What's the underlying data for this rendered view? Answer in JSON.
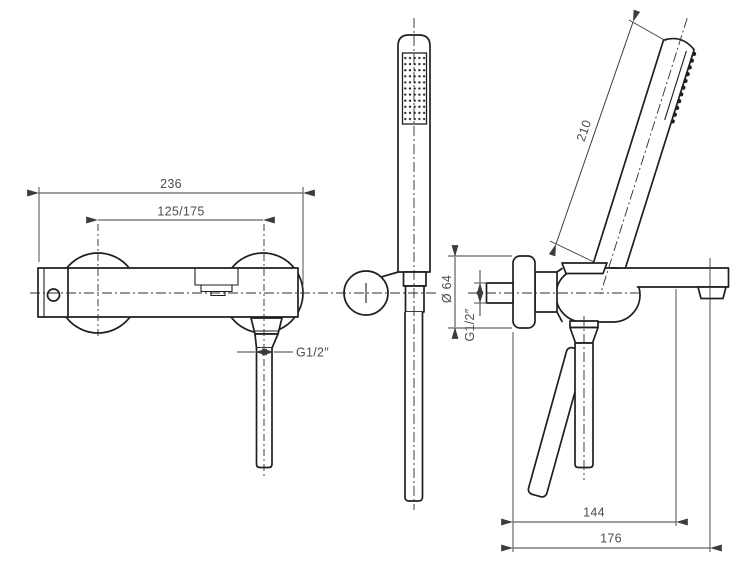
{
  "drawing": {
    "title": "wall-mounted-shower-mixer-technical-drawing",
    "views": {
      "front_view": "mixer front elevation",
      "handshower_view": "hand shower with wall holder",
      "side_view": "mixer side elevation with tilted hand shower"
    },
    "labels": {
      "front_width": "236",
      "front_centers": "125/175",
      "front_outlet_thread": "G1/2″",
      "shower_length": "210",
      "escutcheon_diameter": "Ø 64",
      "inlet_thread": "G1/2″",
      "depth_to_hose": "144",
      "depth_overall": "176"
    },
    "colors": {
      "line": "#1f1f1f",
      "dimension": "#3c3c3c",
      "text": "#4d4d4d",
      "background": "#ffffff"
    }
  }
}
